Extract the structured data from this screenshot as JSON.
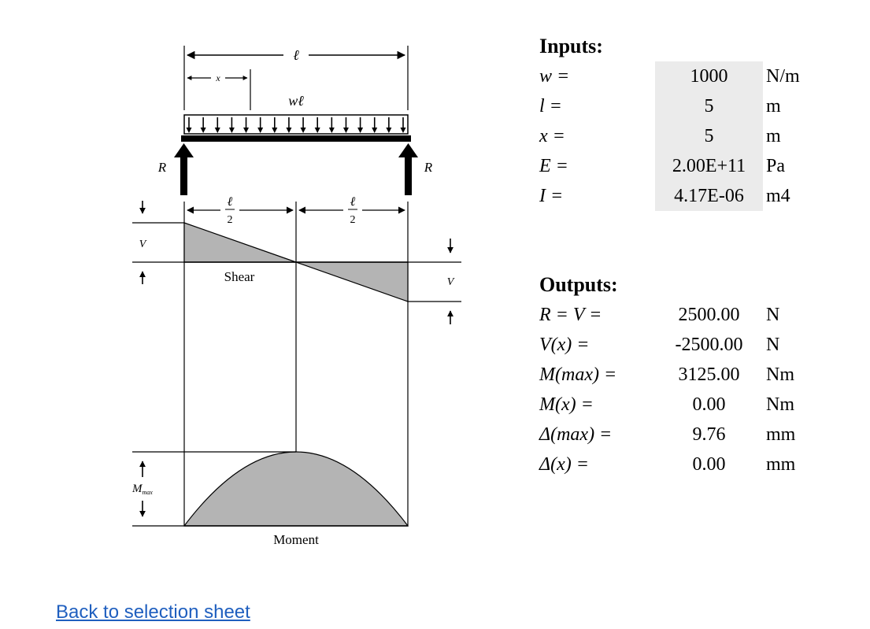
{
  "diagram": {
    "dim_l": "ℓ",
    "dim_x": "x",
    "load": "wℓ",
    "reaction_left": "R",
    "reaction_right": "R",
    "half_num": "ℓ",
    "half_den": "2",
    "shear_v_left": "V",
    "shear_v_right": "V",
    "shear_label": "Shear",
    "moment_m": "M",
    "moment_sub": "max",
    "moment_label": "Moment"
  },
  "inputs": {
    "title": "Inputs:",
    "rows": [
      {
        "label": "w =",
        "value": "1000",
        "unit": "N/m"
      },
      {
        "label": "l =",
        "value": "5",
        "unit": "m"
      },
      {
        "label": "x =",
        "value": "5",
        "unit": "m"
      },
      {
        "label": "E =",
        "value": "2.00E+11",
        "unit": "Pa"
      },
      {
        "label": "I =",
        "value": "4.17E-06",
        "unit": "m4"
      }
    ]
  },
  "outputs": {
    "title": "Outputs:",
    "rows": [
      {
        "label": "R = V =",
        "value": "2500.00",
        "unit": "N"
      },
      {
        "label": "V(x) =",
        "value": "-2500.00",
        "unit": "N"
      },
      {
        "label": "M(max) =",
        "value": "3125.00",
        "unit": "Nm"
      },
      {
        "label": "M(x) =",
        "value": "0.00",
        "unit": "Nm"
      },
      {
        "label": "Δ(max) =",
        "value": "9.76",
        "unit": "mm"
      },
      {
        "label": "Δ(x) =",
        "value": "0.00",
        "unit": "mm"
      }
    ]
  },
  "back_link": "Back to selection sheet"
}
